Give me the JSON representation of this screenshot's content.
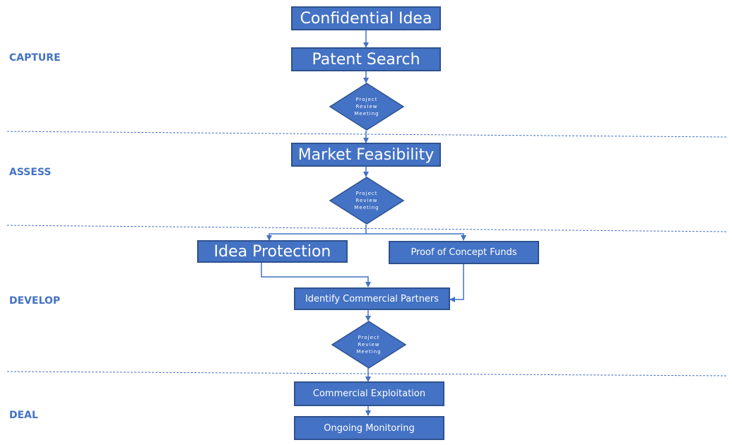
{
  "colors": {
    "box_fill": "#4472c4",
    "box_border": "#2f528f",
    "connector": "#4472c4",
    "divider": "#4472c4",
    "stage_text": "#4472c4"
  },
  "stages": {
    "capture": "CAPTURE",
    "assess": "ASSESS",
    "develop": "DEVELOP",
    "deal": "DEAL"
  },
  "nodes": {
    "confidential_idea": "Confidential Idea",
    "patent_search": "Patent Search",
    "review_1": [
      "Project",
      "Review",
      "Meeting"
    ],
    "market_feasibility": "Market Feasibility",
    "review_2": [
      "Project",
      "Review",
      "Meeting"
    ],
    "idea_protection": "Idea Protection",
    "proof_of_concept_funds": "Proof of Concept Funds",
    "identify_commercial_partners": "Identify Commercial Partners",
    "review_3": [
      "Project",
      "Review",
      "Meeting"
    ],
    "commercial_exploitation": "Commercial Exploitation",
    "ongoing_monitoring": "Ongoing Monitoring"
  }
}
